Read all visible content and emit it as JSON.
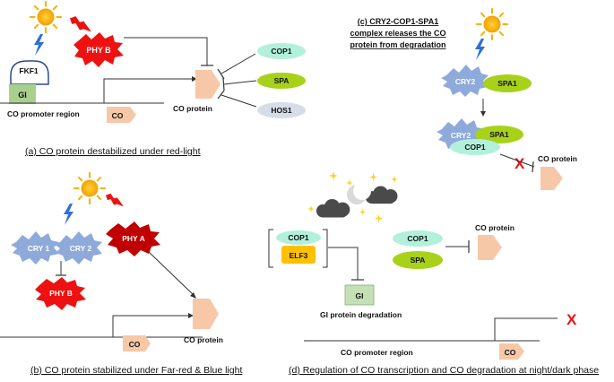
{
  "panel_a": {
    "caption": "(a) CO protein destabilized under red-light",
    "fkf1": "FKF1",
    "gi": "GI",
    "phyb": "PHY B",
    "cop1": "COP1",
    "spa": "SPA",
    "hos1": "HOS1",
    "co_protein": "CO protein",
    "promoter": "CO promoter region",
    "co_gene": "CO"
  },
  "panel_b": {
    "caption": "(b) CO protein stabilized under Far-red & Blue light",
    "cry1": "CRY 1",
    "cry2": "CRY 2",
    "phya": "PHY A",
    "phyb": "PHY B",
    "co_gene": "CO",
    "co_protein": "CO protein"
  },
  "panel_c": {
    "title_line1": "(c) CRY2-COP1-SPA1",
    "title_line2": "complex releases the CO",
    "title_line3": "protein from degradation",
    "cry2": "CRY2",
    "spa1": "SPA1",
    "cry2_b": "CRY2",
    "spa1_b": "SPA1",
    "cop1": "COP1",
    "x_mark": "X",
    "co_protein": "CO protein"
  },
  "panel_d": {
    "caption": "(d) Regulation of CO transcription and CO degradation at night/dark phase",
    "cop1": "COP1",
    "elf3": "ELF3",
    "gi": "GI",
    "gi_degradation": "GI protein degradation",
    "cop1_b": "COP1",
    "spa": "SPA",
    "co_protein": "CO protein",
    "promoter": "CO promoter region",
    "co_gene": "CO",
    "x_mark": "X"
  }
}
